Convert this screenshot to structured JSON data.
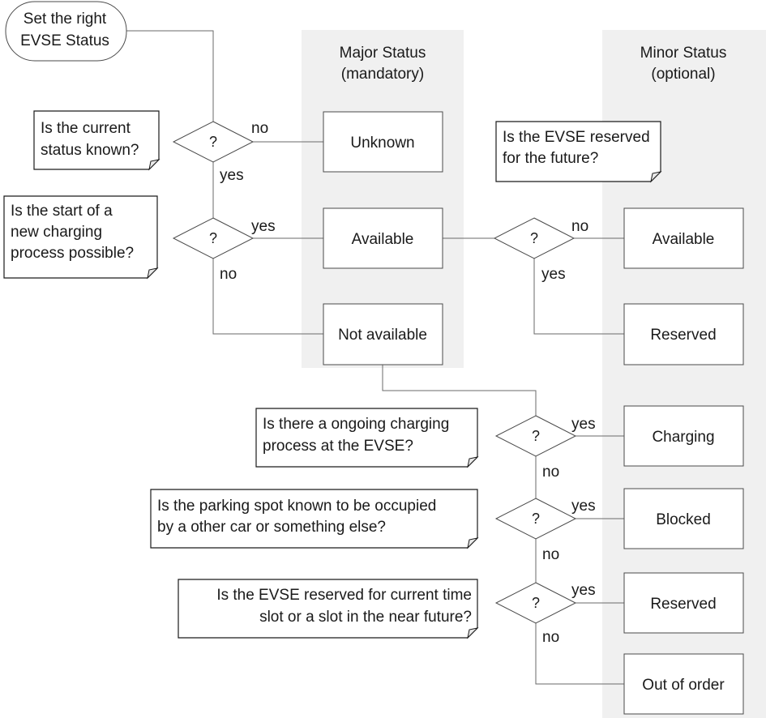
{
  "start": {
    "lines": [
      "Set the right",
      "EVSE Status"
    ]
  },
  "columns": {
    "major": {
      "lines": [
        "Major Status",
        "(mandatory)"
      ]
    },
    "minor": {
      "lines": [
        "Minor Status",
        "(optional)"
      ]
    }
  },
  "decision_symbol": "?",
  "major_boxes": {
    "unknown": "Unknown",
    "available": "Available",
    "not_available": "Not available"
  },
  "minor_boxes": {
    "available": "Available",
    "reserved_top": "Reserved",
    "charging": "Charging",
    "blocked": "Blocked",
    "reserved_bottom": "Reserved",
    "out_of_order": "Out of order"
  },
  "questions": {
    "known": [
      "Is the current",
      "status known?"
    ],
    "start_possible": [
      "Is the start of a",
      "new charging",
      "process possible?"
    ],
    "reserved_future": [
      "Is the EVSE reserved",
      "for the future?"
    ],
    "ongoing": [
      "Is there a ongoing charging",
      "process at the EVSE?"
    ],
    "occupied": [
      "Is the parking spot known to be occupied",
      "by a other car or  something else?"
    ],
    "reserved_now": [
      "Is the EVSE reserved for current time",
      "slot or a slot in the near future?"
    ]
  },
  "edge_labels": {
    "d1_no": "no",
    "d1_yes": "yes",
    "d2_yes": "yes",
    "d2_no": "no",
    "d3_no": "no",
    "d3_yes": "yes",
    "d4_yes": "yes",
    "d4_no": "no",
    "d5_yes": "yes",
    "d5_no": "no",
    "d6_yes": "yes",
    "d6_no": "no"
  }
}
